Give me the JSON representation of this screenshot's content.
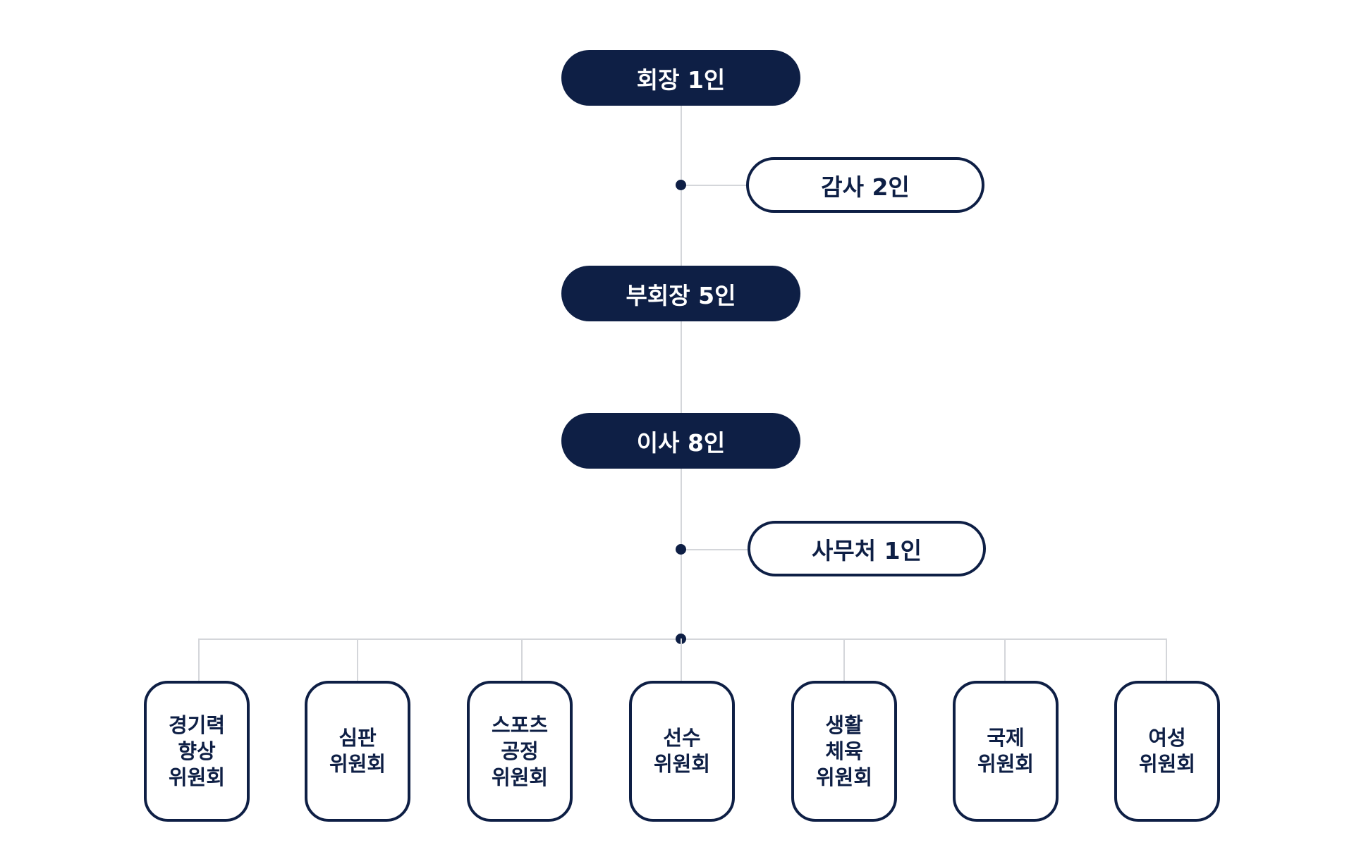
{
  "colors": {
    "primary": "#0e1f45",
    "connector": "#d4d6da",
    "background": "#ffffff"
  },
  "nodes": {
    "president": "회장 1인",
    "auditors": "감사 2인",
    "vice_presidents": "부회장 5인",
    "directors": "이사 8인",
    "secretariat": "사무처 1인"
  },
  "committees": [
    {
      "lines": [
        "경기력",
        "향상",
        "위원회"
      ]
    },
    {
      "lines": [
        "심판",
        "위원회"
      ]
    },
    {
      "lines": [
        "스포츠",
        "공정",
        "위원회"
      ]
    },
    {
      "lines": [
        "선수",
        "위원회"
      ]
    },
    {
      "lines": [
        "생활",
        "체육",
        "위원회"
      ]
    },
    {
      "lines": [
        "국제",
        "위원회"
      ]
    },
    {
      "lines": [
        "여성",
        "위원회"
      ]
    }
  ]
}
